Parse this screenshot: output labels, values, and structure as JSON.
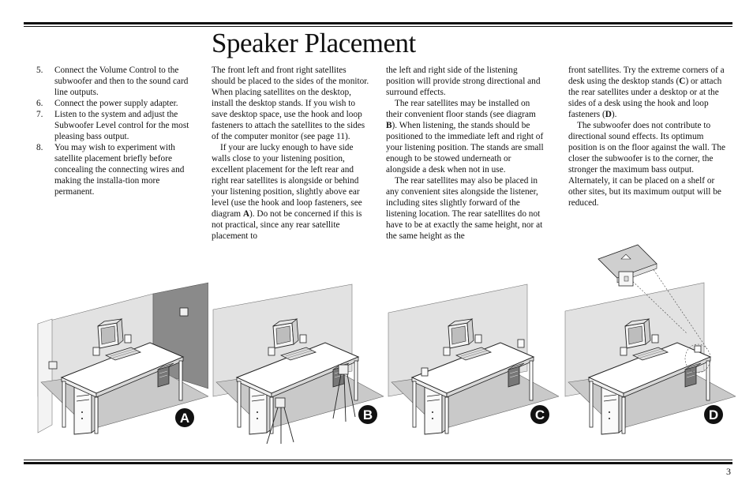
{
  "page": {
    "title": "Speaker Placement",
    "page_number": "3"
  },
  "column1": {
    "items": [
      {
        "num": "5.",
        "text": "Connect the Volume Control to the subwoofer and then to the sound card line outputs."
      },
      {
        "num": "6.",
        "text": "Connect the power supply adapter."
      },
      {
        "num": "7.",
        "text": "Listen to the system and adjust the Subwoofer Level control for the most pleasing bass output."
      },
      {
        "num": "8.",
        "text": "You may wish to experiment with satellite placement briefly before concealing the connecting wires and making the installa-tion more permanent."
      }
    ]
  },
  "column2": {
    "p1": "The front left and front right satellites should be placed to the sides of the monitor. When placing satellites on the desktop, install the desktop stands. If you wish to save desktop space, use the hook and loop fasteners to attach the satellites to the sides of the computer monitor (see page 11).",
    "p2_before": "If your are lucky enough to have side walls close to your listening position, excellent placement for the left rear and right rear satellites is alongside or behind your listening position, slightly above ear level (use the hook and loop fasteners, see diagram ",
    "p2_ref": "A",
    "p2_after": "). Do not be concerned if this is not practical, since any rear satellite placement to"
  },
  "column3": {
    "p1": "the left and right side of the listening position will provide strong directional and surround effects.",
    "p2_before": "The rear satellites may be installed on their convenient floor stands (see diagram ",
    "p2_ref": "B",
    "p2_after": "). When listening, the stands should be positioned to the immediate left and right of your listening position. The stands are small enough to be stowed underneath or alongside a desk when not in use.",
    "p3": "The rear satellites may also be placed in any convenient sites alongside the listener, including sites slightly forward of the listening location. The rear satellites do not have to be at exactly the same height, nor at the same height as the"
  },
  "column4": {
    "p1_a": "front satellites. Try the extreme corners of a desk using the desktop stands (",
    "p1_ref1": "C",
    "p1_b": ") or attach the rear satellites under a desktop or at the sides of a desk using the hook and loop fasteners (",
    "p1_ref2": "D",
    "p1_c": ").",
    "p2": "The subwoofer does not contribute to directional sound effects. Its optimum position is on the floor against the wall. The closer the subwoofer is to the corner, the stronger the maximum bass output. Alternately, it can be placed on a shelf or other sites, but its maximum output will be reduced."
  },
  "diagrams": {
    "a": {
      "label": "A"
    },
    "b": {
      "label": "B"
    },
    "c": {
      "label": "C"
    },
    "d": {
      "label": "D"
    },
    "colors": {
      "floor": "#c9c9c9",
      "wall": "#e2e2e2",
      "dark_wall": "#8a8a8a",
      "badge": "#111111"
    }
  }
}
